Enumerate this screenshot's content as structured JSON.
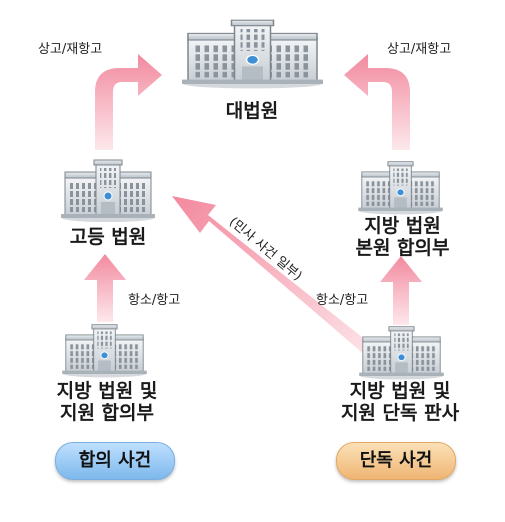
{
  "nodes": {
    "supreme_court": "대법원",
    "high_court": "고등 법원",
    "district_main_panel": [
      "지방 법원",
      "본원 합의부"
    ],
    "district_panel": [
      "지방 법원 및",
      "지원 합의부"
    ],
    "district_single": [
      "지방 법원 및",
      "지원 단독 판사"
    ]
  },
  "edges": {
    "appeal_left": "상고/재항고",
    "appeal_right": "상고/재항고",
    "hangso_left": "항소/항고",
    "hangso_right": "항소/항고",
    "civil_partial": "(민사 사건 일부)"
  },
  "badges": {
    "panel_case": "합의 사건",
    "single_case": "단독 사건"
  },
  "colors": {
    "arrow_pink": "#f6a9b6",
    "panel_badge": "#8ec3f0",
    "single_badge": "#f3c089"
  },
  "icons": [
    "court-building-icon"
  ]
}
